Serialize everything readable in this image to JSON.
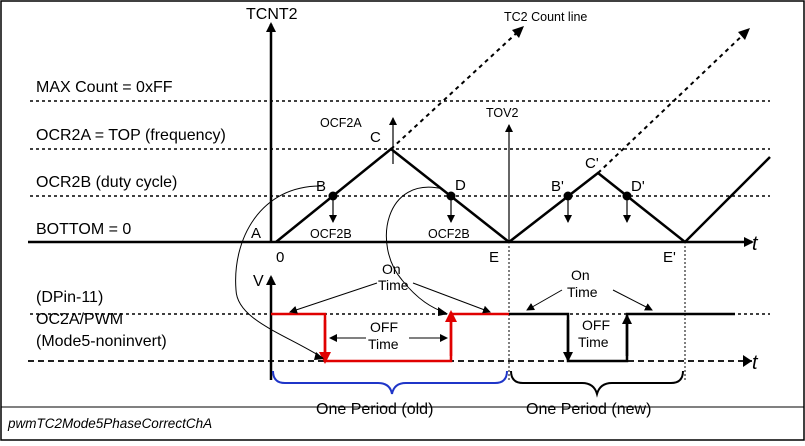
{
  "axis": {
    "y_label": "TCNT2",
    "count_line": "TC2 Count line",
    "t_label": "t",
    "v_label": "V",
    "origin": "0"
  },
  "levels": {
    "max": "MAX Count = 0xFF",
    "top": "OCR2A = TOP (frequency)",
    "duty": "OCR2B (duty cycle)",
    "bottom": "BOTTOM = 0"
  },
  "points": {
    "A": "A",
    "B": "B",
    "C": "C",
    "D": "D",
    "E": "E",
    "B2": "B'",
    "C2": "C'",
    "D2": "D'",
    "E2": "E'"
  },
  "events": {
    "ocf2a": "OCF2A",
    "tov2": "TOV2",
    "ocf2b": "OCF2B"
  },
  "pwm": {
    "line1": "(DPin-11)",
    "line2": "OC2A/PWM",
    "line3": "(Mode5-noninvert)"
  },
  "annotations": {
    "on": "On",
    "off": "OFF",
    "time": "Time"
  },
  "periods": {
    "old": "One Period (old)",
    "new": "One Period (new)"
  },
  "caption": "pwmTC2Mode5PhaseCorrectChA"
}
